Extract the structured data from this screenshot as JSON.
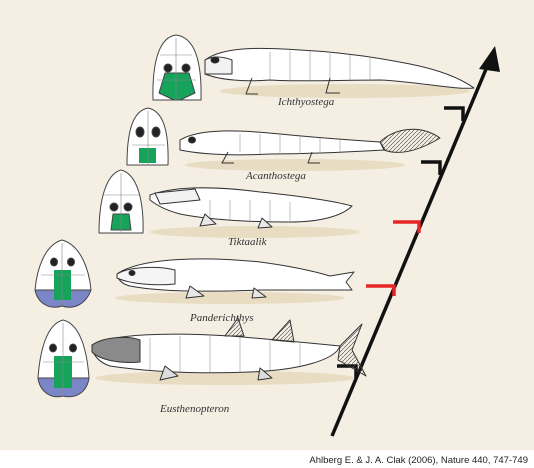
{
  "taxa": [
    {
      "name": "Ichthyostega",
      "branch_color": "#111111"
    },
    {
      "name": "Acanthostega",
      "branch_color": "#111111"
    },
    {
      "name": "Tiktaalik",
      "branch_color": "#e8262a"
    },
    {
      "name": "Panderichthys",
      "branch_color": "#e8262a"
    },
    {
      "name": "Eusthenopteron",
      "branch_color": "#111111"
    }
  ],
  "colors": {
    "background": "#f4eee3",
    "skull_green": "#16a35a",
    "skull_blue": "#7b86c7",
    "axis": "#111111",
    "red_branch": "#e8262a"
  },
  "credit": "Ahlberg E. & J. A. Clak (2006), Nature 440, 747-749"
}
